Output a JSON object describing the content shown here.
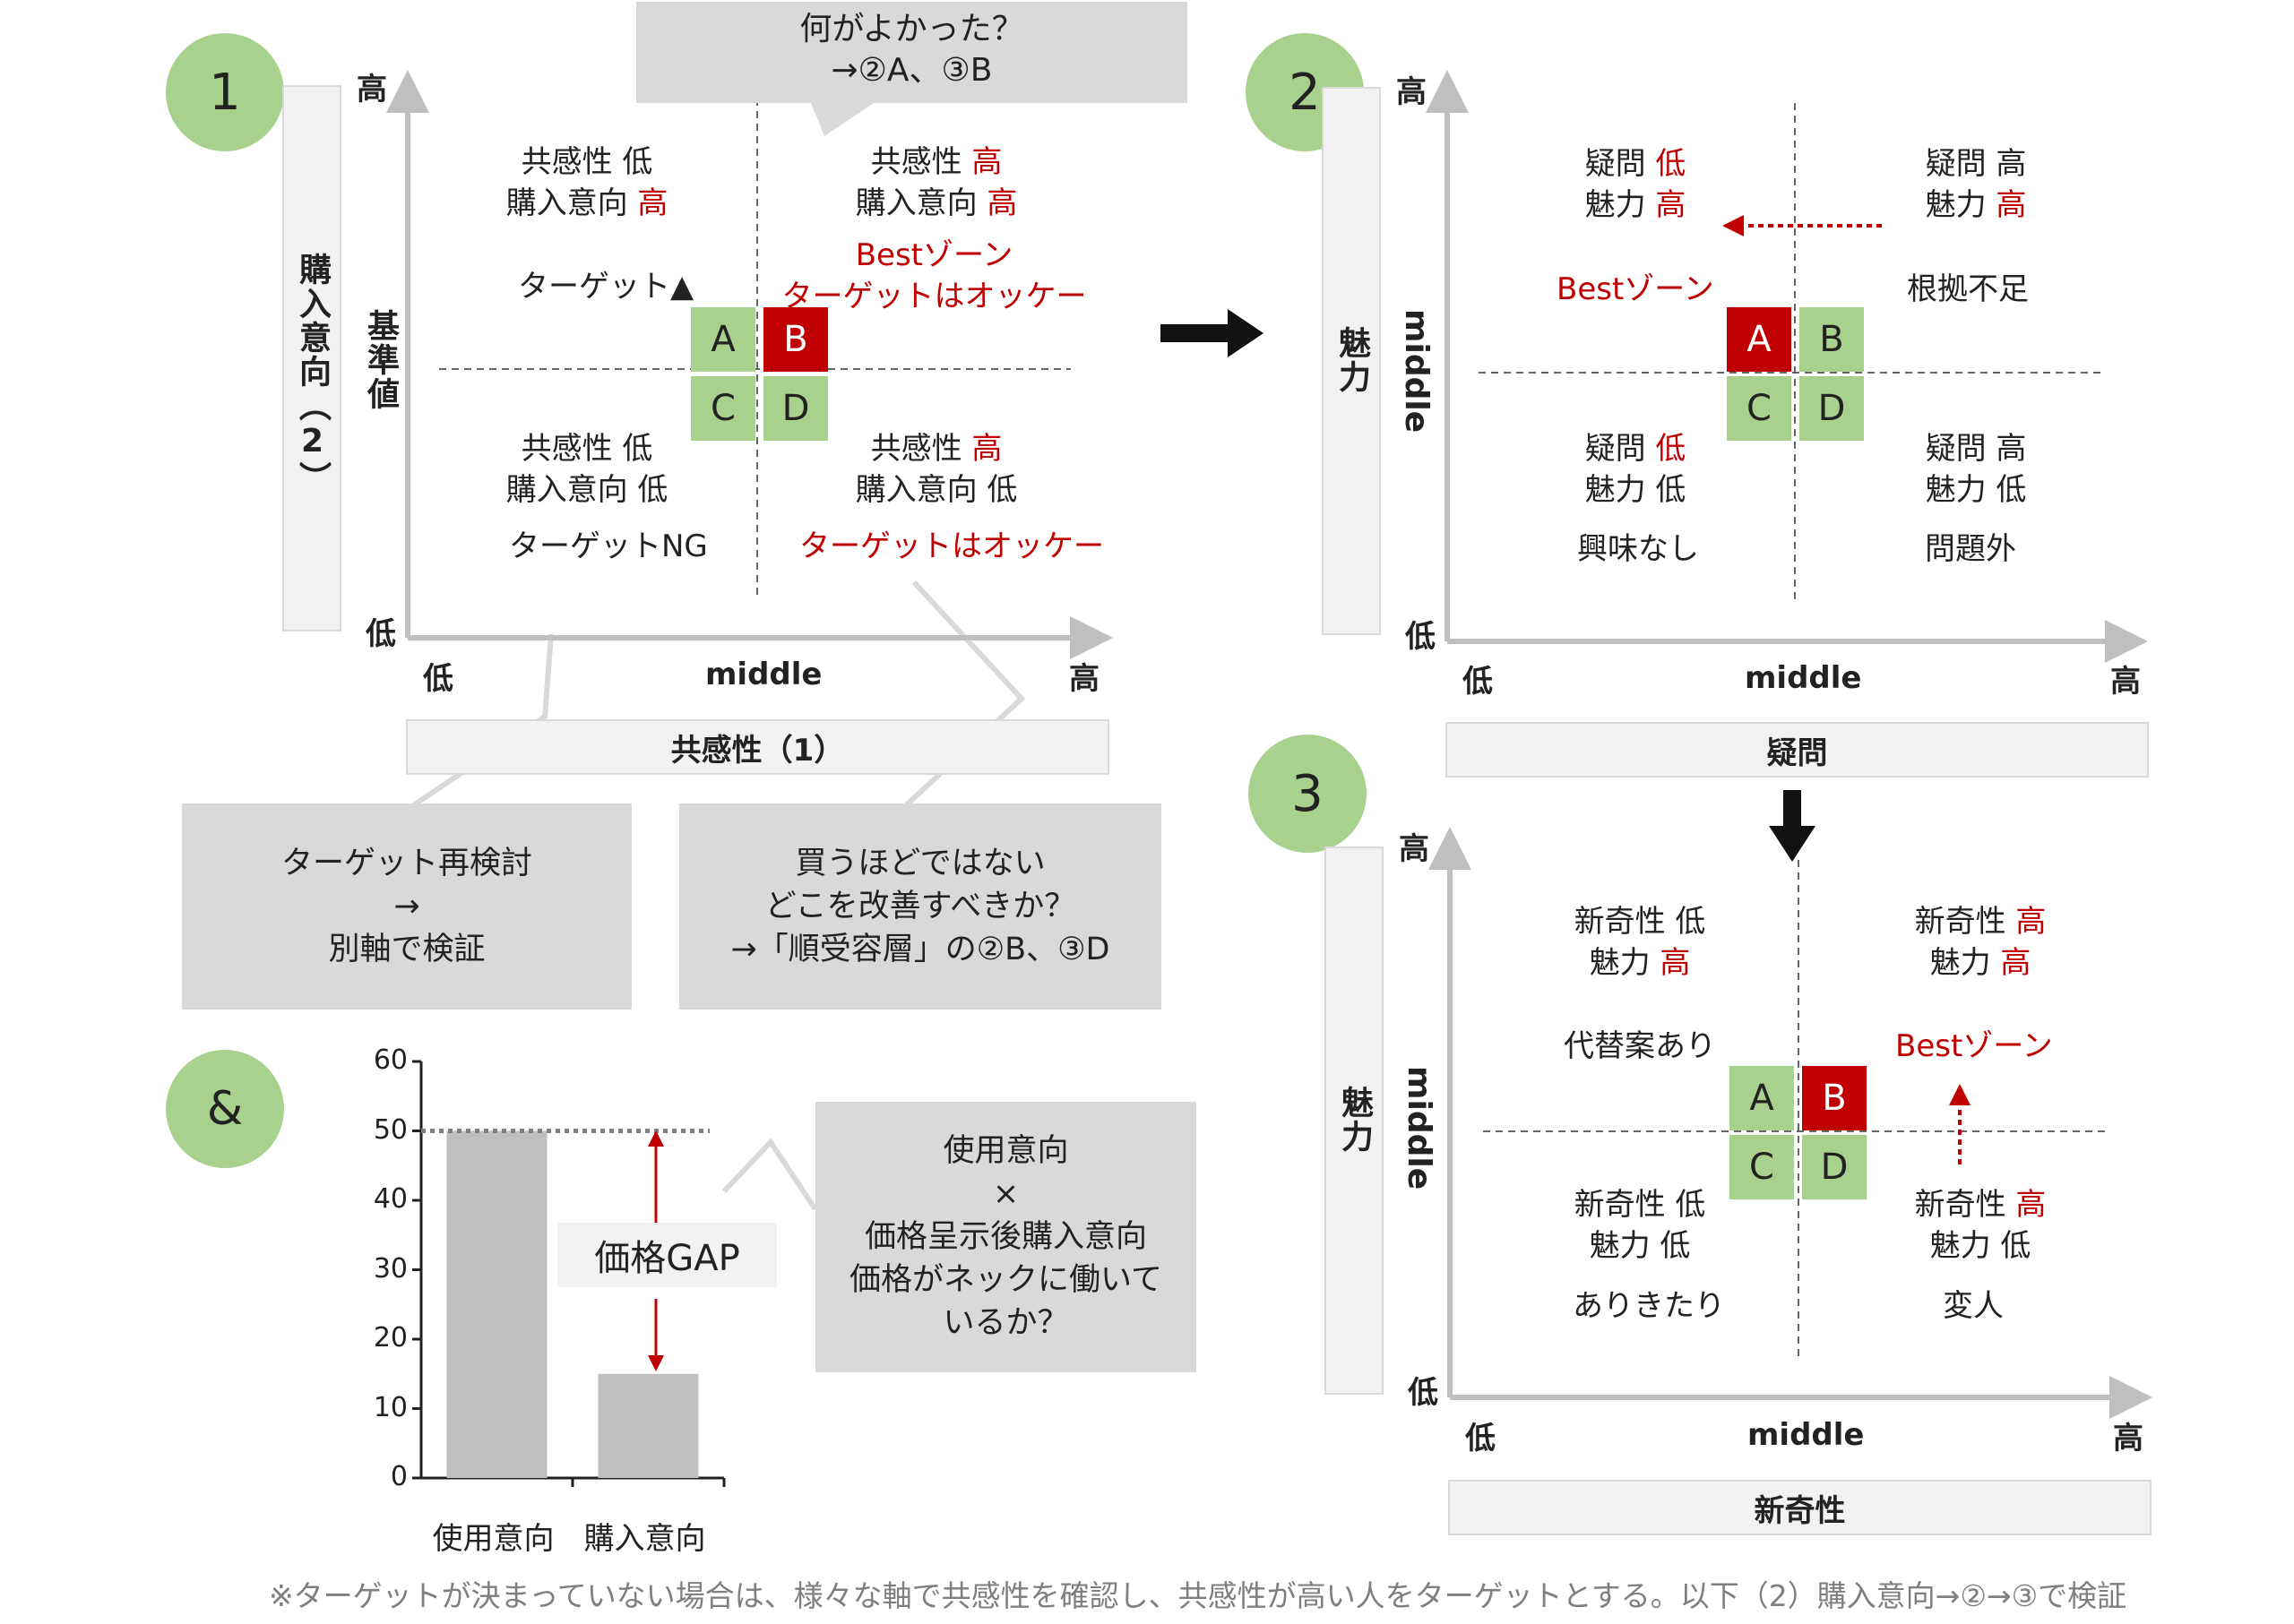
{
  "panel1": {
    "number": "1",
    "y_axis_title": "購入意向（2）",
    "y_baseline_label": "基準値",
    "y_high": "高",
    "y_low": "低",
    "x_low": "低",
    "x_mid": "middle",
    "x_high": "高",
    "x_axis_title": "共感性（1）",
    "callout": [
      "何がよかった？",
      "→②A、③B"
    ],
    "q_top_left": {
      "l1a": "共感性",
      "l1b": "低",
      "l2a": "購入意向",
      "l2b": "高",
      "note": "ターゲット▲"
    },
    "q_top_right": {
      "l1a": "共感性",
      "l1b": "高",
      "l2a": "購入意向",
      "l2b": "高",
      "note1": "Bestゾーン",
      "note2": "ターゲットはオッケー"
    },
    "q_bottom_left": {
      "l1a": "共感性",
      "l1b": "低",
      "l2a": "購入意向",
      "l2b": "低",
      "note": "ターゲットNG"
    },
    "q_bottom_right": {
      "l1a": "共感性",
      "l1b": "高",
      "l2a": "購入意向",
      "l2b": "低",
      "note": "ターゲットはオッケー"
    },
    "cells": [
      "A",
      "B",
      "C",
      "D"
    ],
    "box_left": [
      "ターゲット再検討",
      "→",
      "別軸で検証"
    ],
    "box_right": [
      "買うほどではない",
      "どこを改善すべきか？",
      "→「順受容層」の②B、③D"
    ]
  },
  "panel2": {
    "number": "2",
    "y_axis_title": "魅力",
    "y_mid": "middle",
    "y_high": "高",
    "y_low": "低",
    "x_low": "低",
    "x_mid": "middle",
    "x_high": "高",
    "x_axis_title": "疑問",
    "q_top_left": {
      "l1a": "疑問",
      "l1b": "低",
      "l2a": "魅力",
      "l2b": "高",
      "note": "Bestゾーン"
    },
    "q_top_right": {
      "l1a": "疑問",
      "l1b": "高",
      "l2a": "魅力",
      "l2b": "高",
      "note": "根拠不足"
    },
    "q_bottom_left": {
      "l1a": "疑問",
      "l1b": "低",
      "l2a": "魅力",
      "l2b": "低",
      "note": "興味なし"
    },
    "q_bottom_right": {
      "l1a": "疑問",
      "l1b": "高",
      "l2a": "魅力",
      "l2b": "低",
      "note": "問題外"
    },
    "cells": [
      "A",
      "B",
      "C",
      "D"
    ]
  },
  "panel3": {
    "number": "3",
    "y_axis_title": "魅力",
    "y_mid": "middle",
    "y_high": "高",
    "y_low": "低",
    "x_low": "低",
    "x_mid": "middle",
    "x_high": "高",
    "x_axis_title": "新奇性",
    "q_top_left": {
      "l1a": "新奇性",
      "l1b": "低",
      "l2a": "魅力",
      "l2b": "高",
      "note": "代替案あり"
    },
    "q_top_right": {
      "l1a": "新奇性",
      "l1b": "高",
      "l2a": "魅力",
      "l2b": "高",
      "note": "Bestゾーン"
    },
    "q_bottom_left": {
      "l1a": "新奇性",
      "l1b": "低",
      "l2a": "魅力",
      "l2b": "低",
      "note": "ありきたり"
    },
    "q_bottom_right": {
      "l1a": "新奇性",
      "l1b": "高",
      "l2a": "魅力",
      "l2b": "低",
      "note": "変人"
    },
    "cells": [
      "A",
      "B",
      "C",
      "D"
    ]
  },
  "panel_and": {
    "symbol": "&",
    "gap_label": "価格GAP",
    "note": [
      "使用意向",
      "×",
      "価格呈示後購入意向",
      "価格がネックに働いて",
      "いるか？"
    ]
  },
  "chart_data": {
    "type": "bar",
    "categories": [
      "使用意向",
      "購入意向"
    ],
    "values": [
      50,
      15
    ],
    "yticks": [
      0,
      10,
      20,
      30,
      40,
      50,
      60
    ],
    "ylim": [
      0,
      60
    ],
    "reference_line": 50,
    "bar_color": "#bfbfbf"
  },
  "footnote": "※ターゲットが決まっていない場合は、様々な軸で共感性を確認し、共感性が高い人をターゲットとする。以下（2）購入意向→②→③で検証",
  "colors": {
    "green": "#a9d18e",
    "red": "#c00000",
    "gray_box": "#d9d9d9",
    "light_bar": "#f2f2f2"
  }
}
